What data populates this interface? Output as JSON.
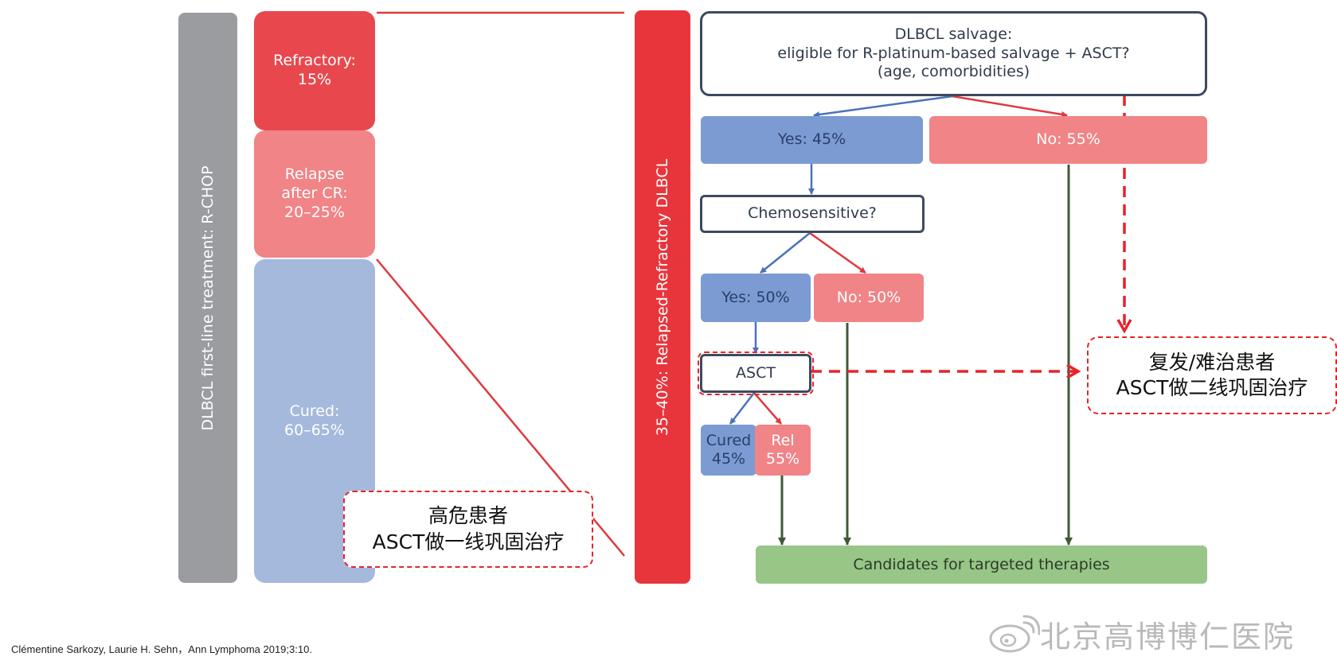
{
  "left_column": {
    "first_line_label": "DLBCL first-line treatment: R-CHOP",
    "refractory": {
      "line1": "Refractory:",
      "line2": "15%"
    },
    "relapse": {
      "line1": "Relapse",
      "line2": "after CR:",
      "line3": "20–25%"
    },
    "cured": {
      "line1": "Cured:",
      "line2": "60–65%"
    }
  },
  "rr_bar_label": "35–40%: Relapsed-Refractory DLBCL",
  "flow": {
    "salvage": {
      "line1": "DLBCL salvage:",
      "line2": "eligible for R-platinum-based salvage + ASCT?",
      "line3": "(age, comorbidities)"
    },
    "yes_45": "Yes: 45%",
    "no_55": "No: 55%",
    "chemosensitive": "Chemosensitive?",
    "yes_50": "Yes: 50%",
    "no_50": "No: 50%",
    "asct": "ASCT",
    "cured_45": {
      "line1": "Cured",
      "line2": "45%"
    },
    "rel_55": {
      "line1": "Rel",
      "line2": "55%"
    },
    "targeted": "Candidates for targeted therapies"
  },
  "annotations": {
    "high_risk": {
      "line1": "高危患者",
      "line2": "ASCT做一线巩固治疗"
    },
    "relapsed": {
      "line1": "复发/难治患者",
      "line2": "ASCT做二线巩固治疗"
    }
  },
  "citation": "Clémentine Sarkozy, Laurie H. Sehn，Ann Lymphoma 2019;3:10.",
  "watermark": "北京高博博仁医院",
  "colors": {
    "gray_bar": "#9b9ca0",
    "red": "#e8353b",
    "pink": "#f08487",
    "light_blue": "#a4b9dc",
    "blue": "#7b9bd2",
    "green": "#97c687",
    "arrow_blue": "#4a72b8",
    "arrow_red": "#e0393e",
    "arrow_green": "#3d5a35",
    "dashed_red": "#e8232a"
  }
}
